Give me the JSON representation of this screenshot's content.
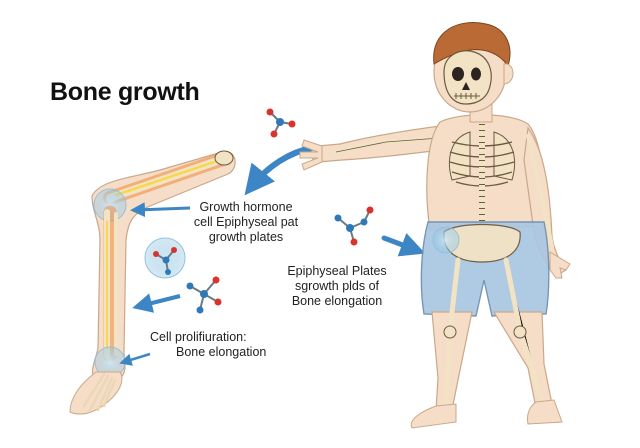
{
  "title": "Bone growth",
  "labels": {
    "hormone": [
      "Growth hormone",
      "cell Epiphyseal pat",
      "growth plates"
    ],
    "plates": [
      "Epiphyseal Plates",
      "sgrowth plds of",
      "Bone elongation"
    ],
    "cell": [
      "Cell prolifiuration:",
      "Bone elongation"
    ]
  },
  "colors": {
    "bone": "#f2e3c4",
    "bone_outline": "#6b5a42",
    "skin": "#f6ddc8",
    "shorts": "#a9c7e2",
    "hair": "#b96a35",
    "arrow": "#3d86c6",
    "growth_glow": "#f08a3c",
    "marrow": "#f7d84a",
    "atom_red": "#d9342b",
    "atom_blue": "#2f79b8"
  },
  "icons": [
    "molecule-icon",
    "arrow-icon",
    "growth-plate-highlight"
  ]
}
